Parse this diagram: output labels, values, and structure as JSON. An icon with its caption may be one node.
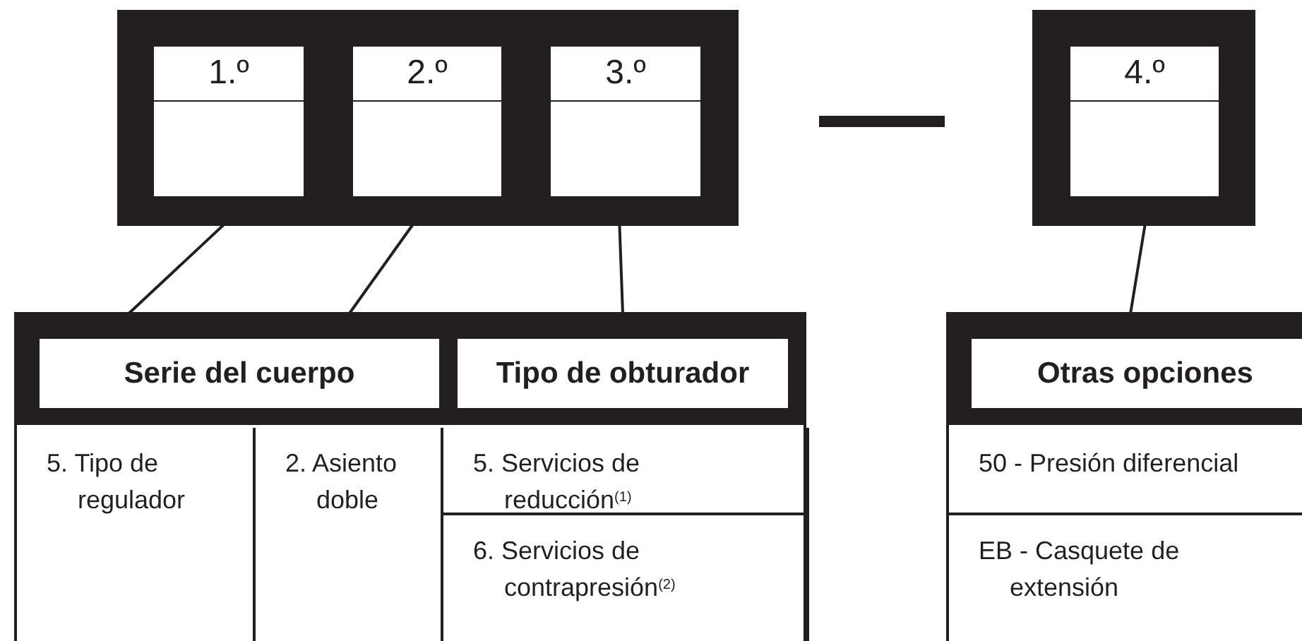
{
  "diagram": {
    "nodes": [
      {
        "text": [],
        "shape": "box"
      },
      {
        "text": [
          "1.º"
        ],
        "in": 0
      },
      {
        "text": [
          "2.º"
        ],
        "in": 0
      },
      {
        "text": [
          "3.º"
        ],
        "in": 0
      },
      {
        "text": [],
        "shape": "box"
      },
      {
        "text": [
          "4.º"
        ],
        "in": 4
      },
      {
        "text": [],
        "shape": "box"
      },
      {
        "text": [
          "Serie del cuerpo"
        ],
        "in": 6
      },
      {
        "text": [
          "Tipo de obturador"
        ],
        "in": 6
      },
      {
        "text": [
          "5. Tipo de regulador"
        ],
        "in": 6
      },
      {
        "text": [
          "2. Asiento doble"
        ],
        "in": 6
      },
      {
        "text": [
          "5. Servicios de reducción$^{(1)}$"
        ],
        "in": 6
      },
      {
        "text": [
          "6. Servicios de contrapresión$^{(2)}$"
        ],
        "in": 6
      },
      {
        "text": [],
        "shape": "box"
      },
      {
        "text": [
          "Otras opciones"
        ],
        "in": 13
      },
      {
        "text": [
          "50 - Presión diferencial"
        ],
        "in": 13
      },
      {
        "text": [
          "EB - Casquete de extensión"
        ],
        "in": 13
      }
    ],
    "edges": [
      {
        "from": 1,
        "to": 7,
        "arrow": "none"
      },
      {
        "from": 2,
        "to": 7,
        "arrow": "none"
      },
      {
        "from": 3,
        "to": 8,
        "arrow": "none"
      },
      {
        "from": 5,
        "to": 14,
        "arrow": "none"
      }
    ]
  }
}
